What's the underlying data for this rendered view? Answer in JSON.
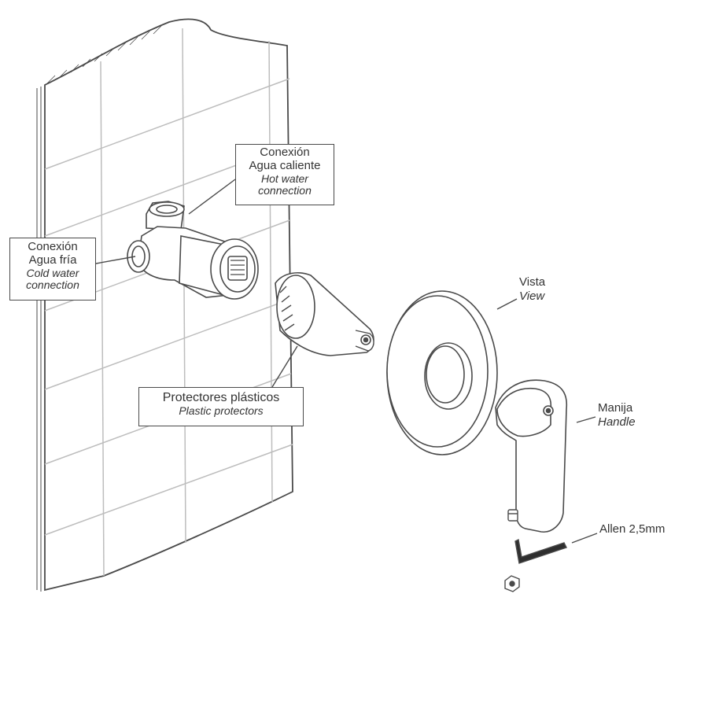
{
  "callouts": {
    "hot_water": {
      "es": "Conexión\nAgua caliente",
      "en": "Hot water\nconnection"
    },
    "cold_water": {
      "es": "Conexión\nAgua fría",
      "en": "Cold water\nconnection"
    },
    "plastic_protectors": {
      "es": "Protectores plásticos",
      "en": "Plastic protectors"
    },
    "view": {
      "es": "Vista",
      "en": "View"
    },
    "handle": {
      "es": "Manija",
      "en": "Handle"
    },
    "allen": {
      "es": "Allen 2,5mm"
    }
  },
  "colors": {
    "line": "#4a4a4a",
    "tile_grout": "#c8c8c8",
    "background": "#ffffff"
  }
}
